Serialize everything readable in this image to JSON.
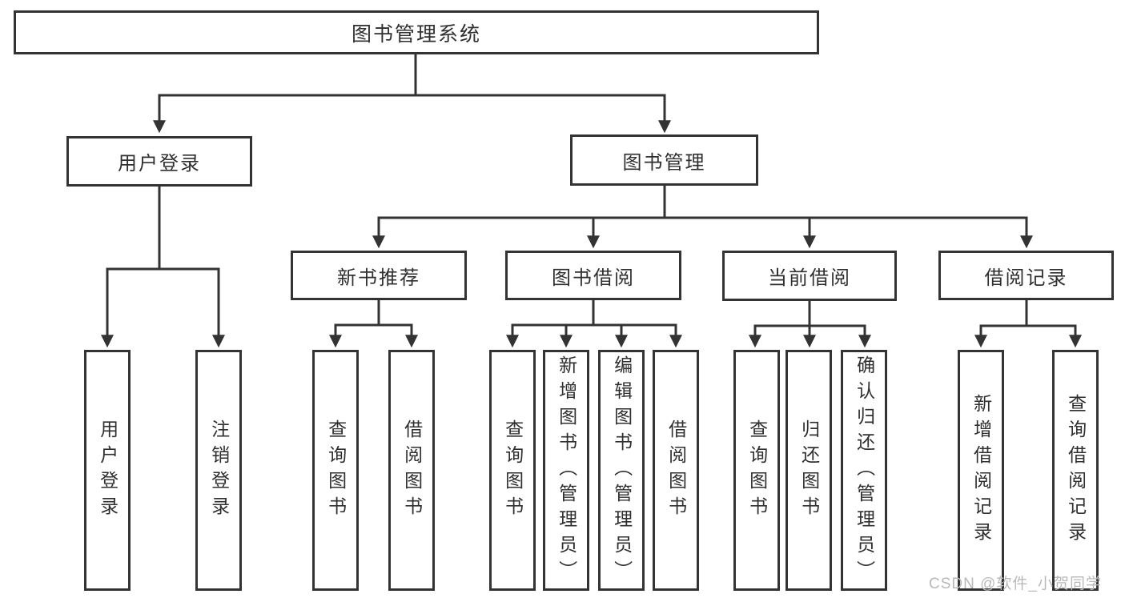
{
  "diagram": {
    "root": {
      "label": "图书管理系统"
    },
    "user_branch": {
      "label": "用户登录",
      "children": [
        {
          "label": "用户登录"
        },
        {
          "label": "注销登录"
        }
      ]
    },
    "mgmt_branch": {
      "label": "图书管理",
      "sections": [
        {
          "label": "新书推荐",
          "children": [
            {
              "label": "查询图书"
            },
            {
              "label": "借阅图书"
            }
          ]
        },
        {
          "label": "图书借阅",
          "children": [
            {
              "label": "查询图书"
            },
            {
              "label": "新增图书（管理员）"
            },
            {
              "label": "编辑图书（管理员）"
            },
            {
              "label": "借阅图书"
            }
          ]
        },
        {
          "label": "当前借阅",
          "children": [
            {
              "label": "查询图书"
            },
            {
              "label": "归还图书"
            },
            {
              "label": "确认归还（管理员）"
            }
          ]
        },
        {
          "label": "借阅记录",
          "children": [
            {
              "label": "新增借阅记录"
            },
            {
              "label": "查询借阅记录"
            }
          ]
        }
      ]
    }
  },
  "watermark": {
    "text": "CSDN @软件_小贺同学"
  },
  "colors": {
    "line": "#333333",
    "text": "#2f2f2f",
    "watermark": "#b9b9b9",
    "background": "#ffffff"
  }
}
